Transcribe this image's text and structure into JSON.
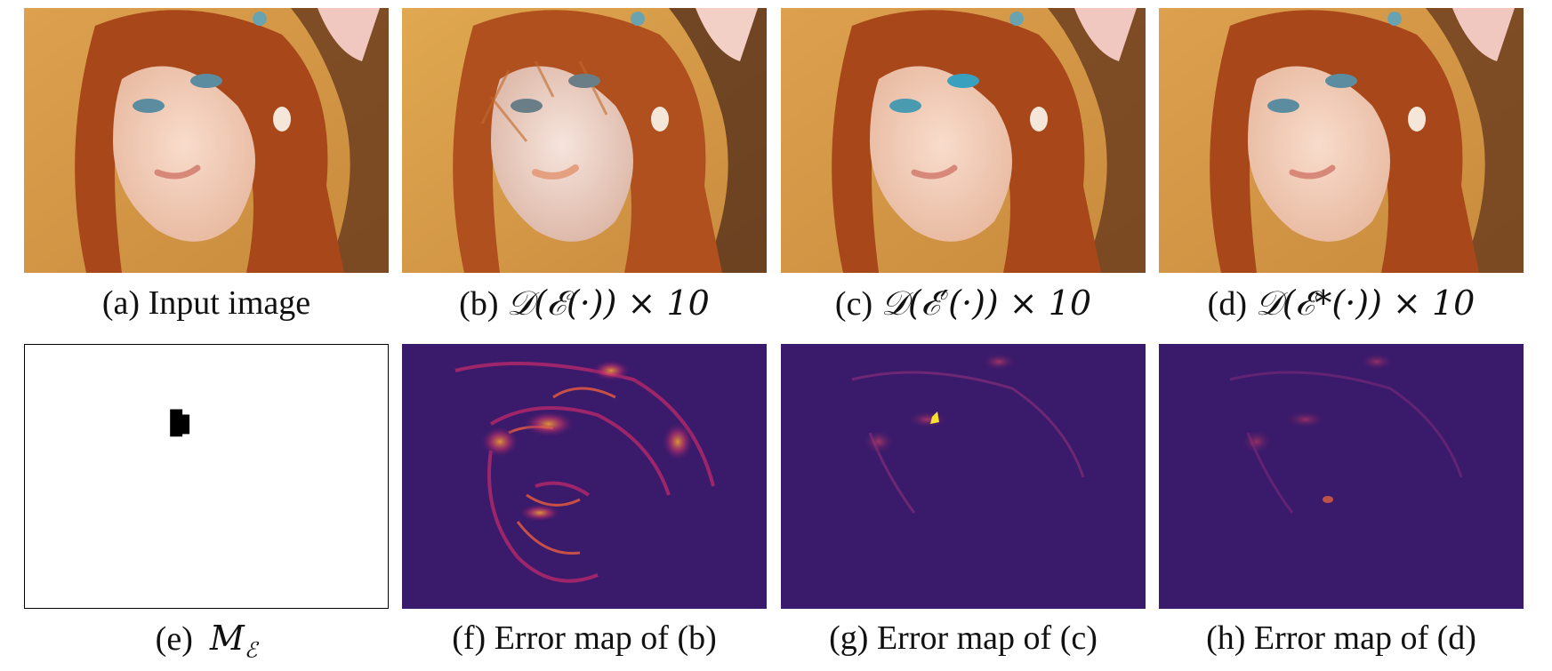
{
  "figure": {
    "panels": [
      {
        "id": "a",
        "caption_prefix": "(a)",
        "caption_text": "Input image",
        "kind": "photo-original"
      },
      {
        "id": "b",
        "caption_prefix": "(b)",
        "caption_text": "𝒟(ℰ(·)) × 10",
        "kind": "photo-artifacts"
      },
      {
        "id": "c",
        "caption_prefix": "(c)",
        "caption_text": "𝒟(ℰ′(·)) × 10",
        "kind": "photo-clean"
      },
      {
        "id": "d",
        "caption_prefix": "(d)",
        "caption_text": "𝒟(ℰ*(·)) × 10",
        "kind": "photo-clean"
      },
      {
        "id": "e",
        "caption_prefix": "(e)",
        "caption_text": "M",
        "caption_sub": "ℰ",
        "kind": "mask"
      },
      {
        "id": "f",
        "caption_prefix": "(f)",
        "caption_text": "Error map of (b)",
        "kind": "error-map-high"
      },
      {
        "id": "g",
        "caption_prefix": "(g)",
        "caption_text": "Error map of (c)",
        "kind": "error-map-low"
      },
      {
        "id": "h",
        "caption_prefix": "(h)",
        "caption_text": "Error map of (d)",
        "kind": "error-map-low"
      }
    ],
    "colors": {
      "background_warm": "#e0a24e",
      "hair": "#a8471a",
      "skin": "#f3d2bf",
      "errormap_base": "#3a1a6b",
      "errormap_hot": "#f0b030",
      "mask_black": "#000000"
    }
  }
}
